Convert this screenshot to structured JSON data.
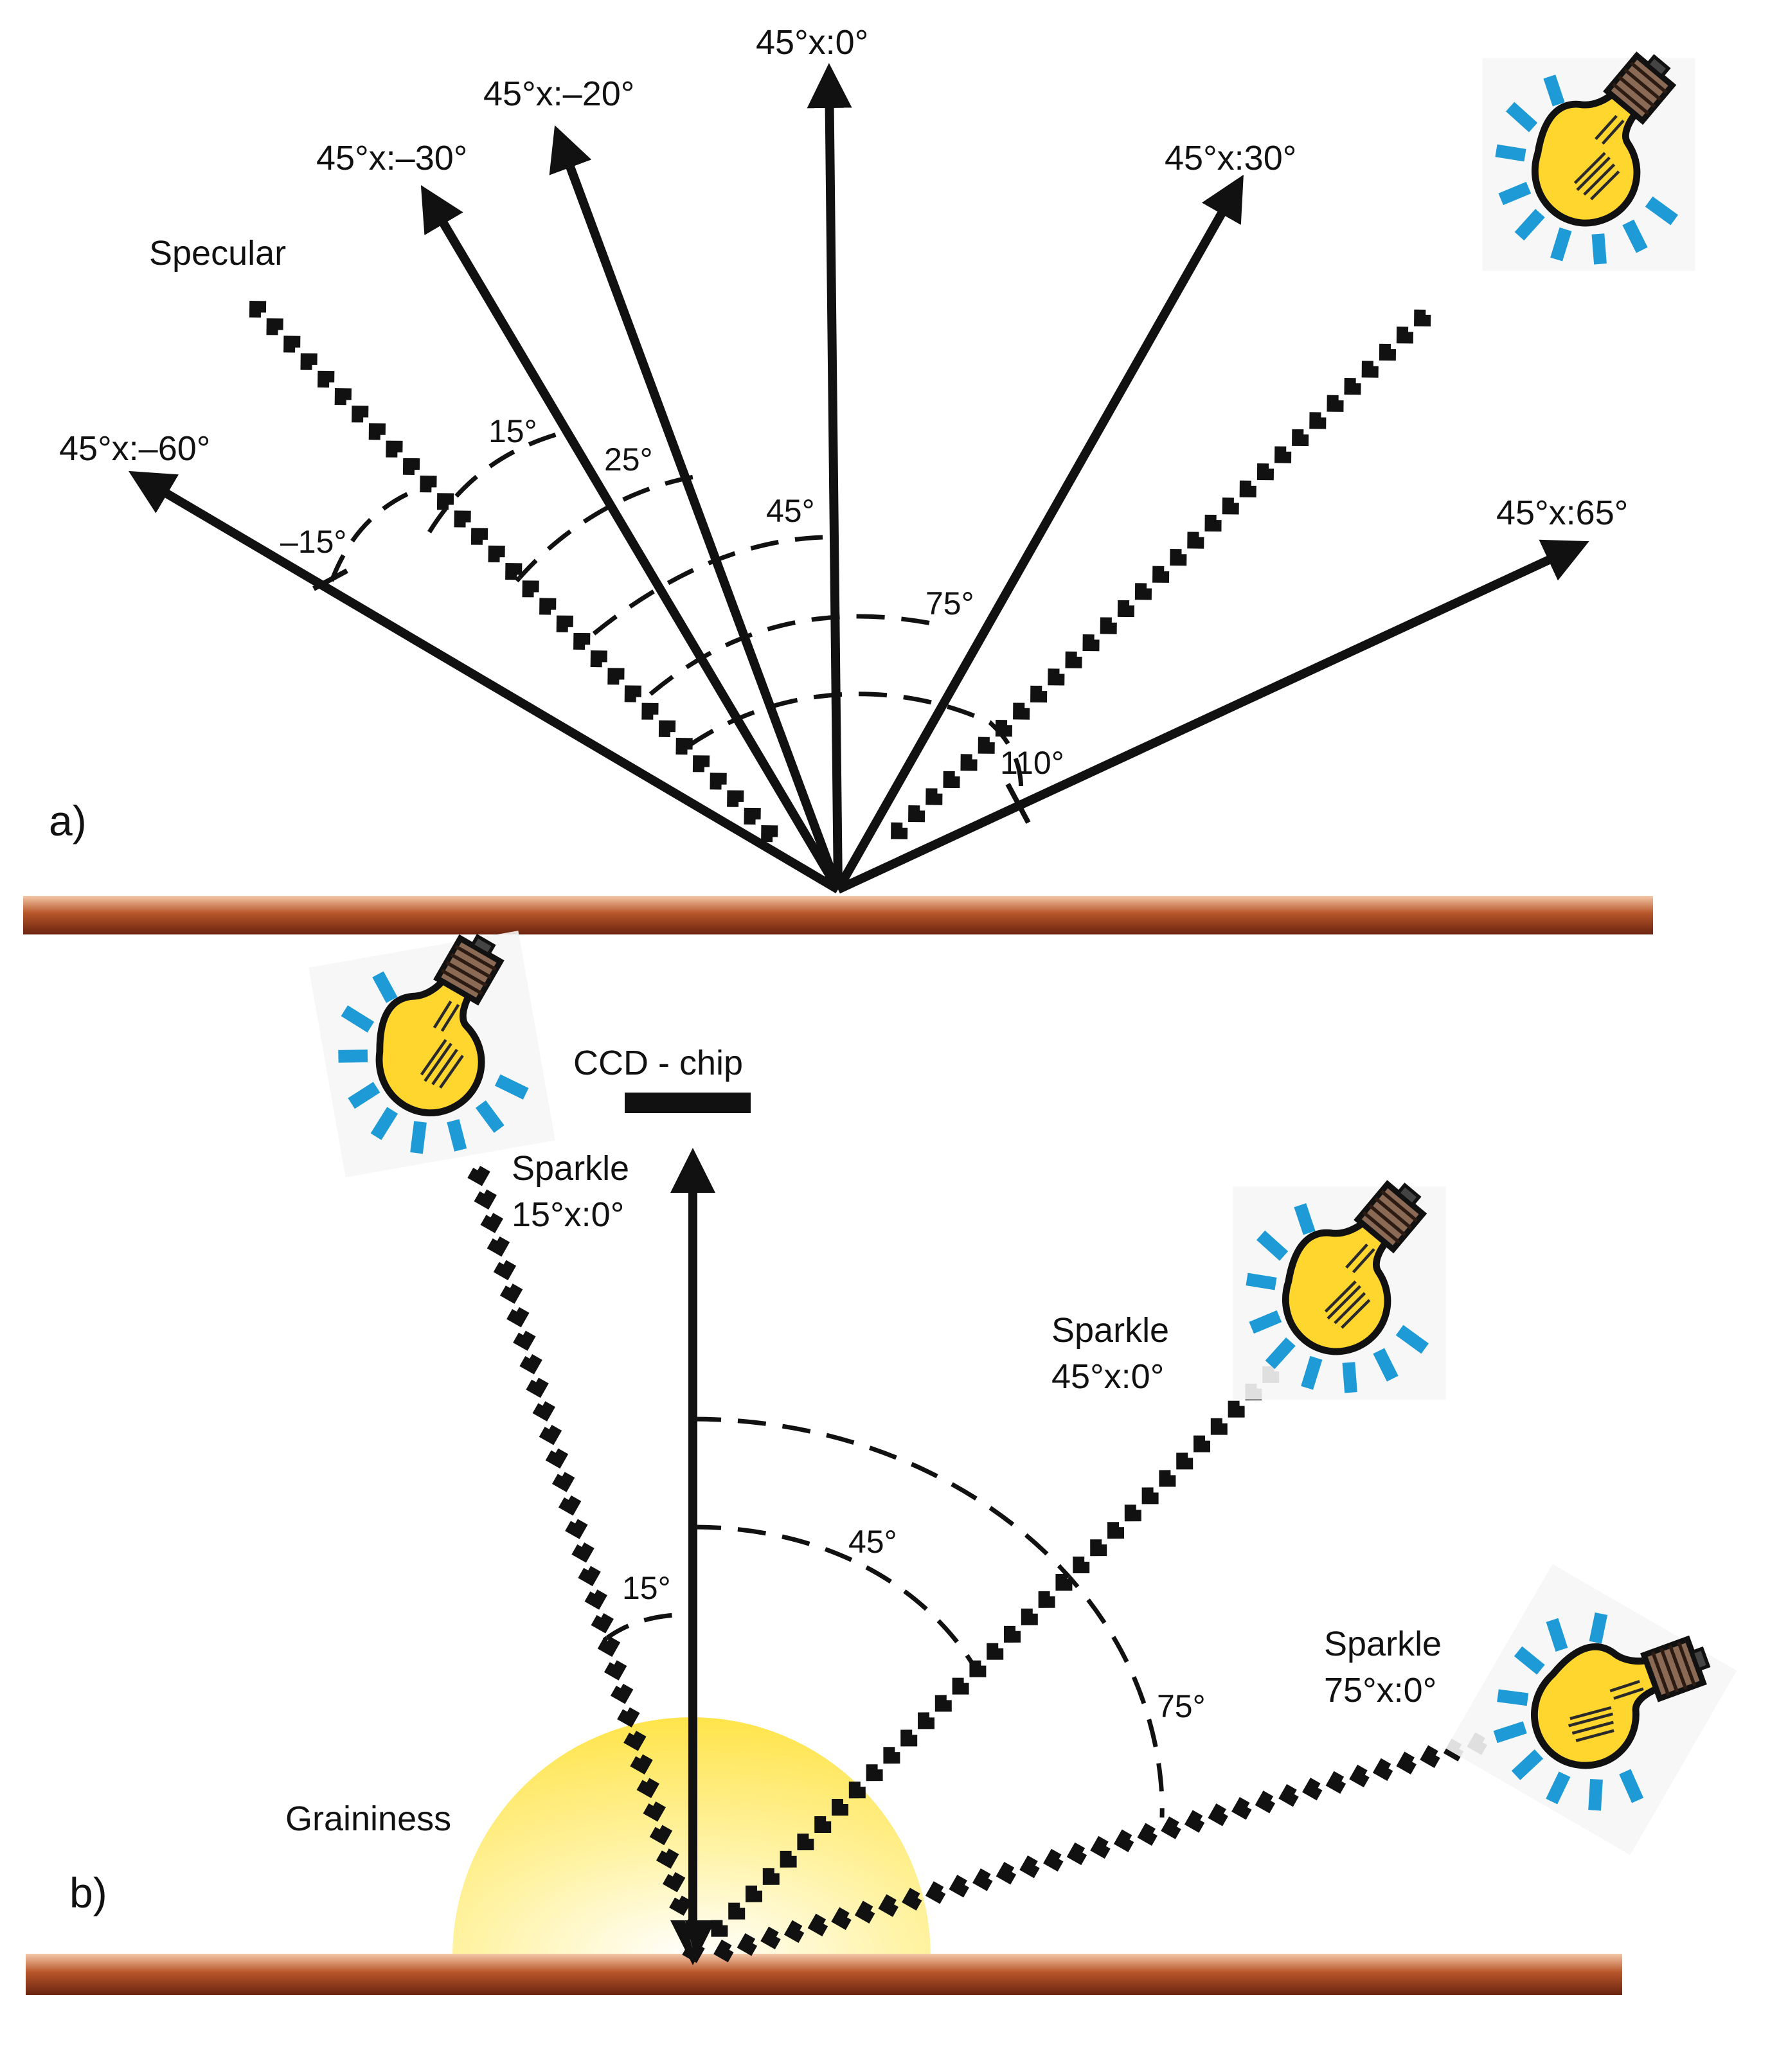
{
  "colors": {
    "bulb_glass": "#ffd62e",
    "bulb_rays": "#1e9bd6",
    "bulb_base": "#8a6a55",
    "surface": "#a7471f",
    "graininess_glow": "#ffe44a",
    "line": "#111111"
  },
  "panel_a": {
    "label": "a)",
    "rays": [
      {
        "label": "45°x:–60°",
        "aspecular_deg": -60
      },
      {
        "label": "45°x:–30°",
        "aspecular_deg": -30
      },
      {
        "label": "45°x:–20°",
        "aspecular_deg": -20
      },
      {
        "label": "45°x:0°",
        "aspecular_deg": 0
      },
      {
        "label": "45°x:30°",
        "aspecular_deg": 30
      },
      {
        "label": "45°x:65°",
        "aspecular_deg": 65
      }
    ],
    "specular_label": "Specular",
    "angle_labels": [
      "–15°",
      "15°",
      "25°",
      "45°",
      "75°",
      "110°"
    ],
    "icons": [
      "light-bulb-icon"
    ]
  },
  "panel_b": {
    "label": "b)",
    "detector_label": "CCD - chip",
    "sparkle_labels": [
      {
        "title": "Sparkle",
        "geometry": "15°x:0°"
      },
      {
        "title": "Sparkle",
        "geometry": "45°x:0°"
      },
      {
        "title": "Sparkle",
        "geometry": "75°x:0°"
      }
    ],
    "angle_labels": [
      "15°",
      "45°",
      "75°"
    ],
    "graininess_label": "Graininess",
    "icons": [
      "light-bulb-icon",
      "light-bulb-icon",
      "light-bulb-icon"
    ]
  }
}
